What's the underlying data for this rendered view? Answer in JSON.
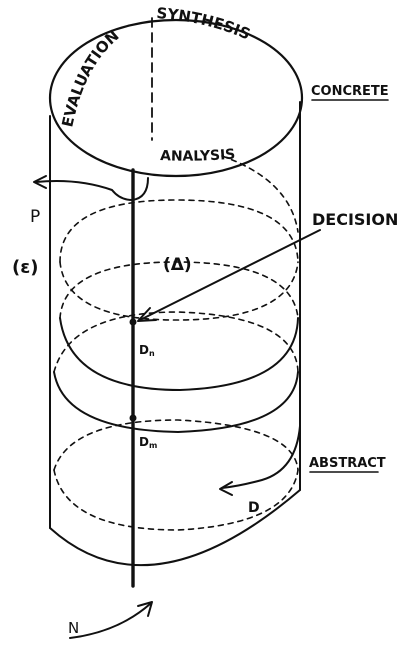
{
  "labels": {
    "evaluation": "EVALUATION",
    "synthesis": "SYNTHESIS",
    "analysis": "ANALYSIS",
    "concrete": "CONCRETE",
    "decision": "DECISION",
    "abstract": "ABSTRACT",
    "p": "P",
    "epsilon": "(ε)",
    "delta": "(Δ)",
    "dn_main": "D",
    "dn_sub": "n",
    "dm_main": "D",
    "dm_sub": "m",
    "d": "D",
    "n": "N"
  },
  "colors": {
    "ink": "#111111",
    "background": "#ffffff"
  }
}
